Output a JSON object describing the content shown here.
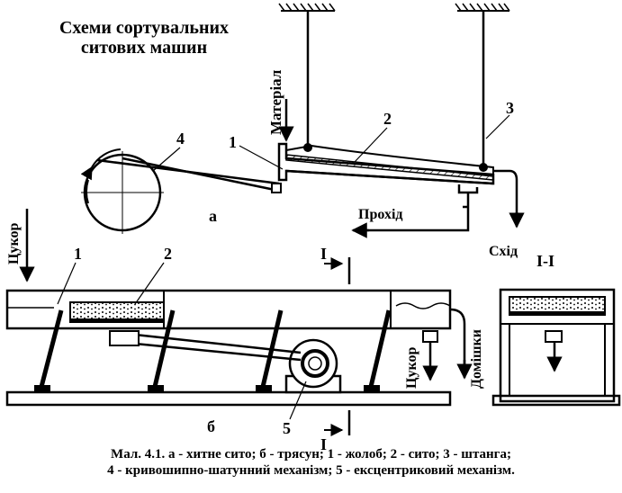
{
  "title": {
    "line1": "Схеми сортувальних",
    "line2": "ситових машин"
  },
  "diagram_a": {
    "label": "а",
    "material": "Матеріал",
    "prokhid": "Прохід",
    "skhid": "Схід",
    "callout_1": "1",
    "callout_2": "2",
    "callout_3": "3",
    "callout_4": "4"
  },
  "diagram_b": {
    "label": "б",
    "tsukor_in": "Цукор",
    "tsukor_out": "Цукор",
    "domishky": "Домішки",
    "callout_1": "1",
    "callout_2": "2",
    "callout_5": "5",
    "section_top": "I",
    "section_bottom": "I"
  },
  "section_view": {
    "label": "I-I"
  },
  "caption": {
    "line1": "Мал. 4.1.    а - хитне сито; б - трясун; 1 - жолоб; 2 - сито; 3 - штанга;",
    "line2": "4 - кривошипно-шатунний механізм; 5 - ексцентриковий механізм."
  }
}
